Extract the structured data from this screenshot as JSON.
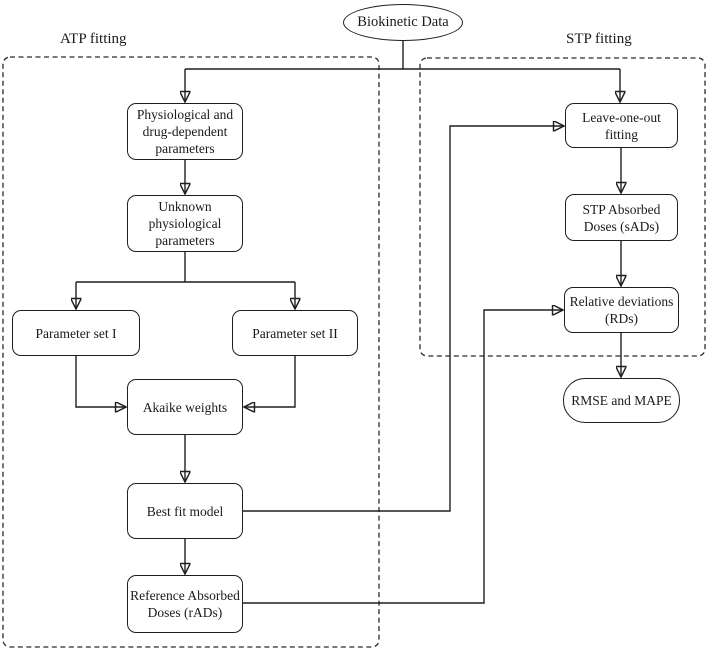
{
  "diagram": {
    "zones": {
      "atp": {
        "label": "ATP fitting"
      },
      "stp": {
        "label": "STP fitting"
      }
    },
    "nodes": {
      "biokinetic": {
        "label": "Biokinetic Data",
        "shape": "ellipse"
      },
      "phys": {
        "label": "Physiological and\ndrug-dependent\nparameters",
        "shape": "rounded-rect"
      },
      "unknown": {
        "label": "Unknown\nphysiological\nparameters",
        "shape": "rounded-rect"
      },
      "set1": {
        "label": "Parameter set I",
        "shape": "rounded-rect"
      },
      "set2": {
        "label": "Parameter set II",
        "shape": "rounded-rect"
      },
      "akaike": {
        "label": "Akaike weights",
        "shape": "rounded-rect"
      },
      "best": {
        "label": "Best fit model",
        "shape": "rounded-rect"
      },
      "rads": {
        "label": "Reference Absorbed\nDoses (rADs)",
        "shape": "rounded-rect"
      },
      "loo": {
        "label": "Leave-one-out\nfitting",
        "shape": "rounded-rect"
      },
      "sads": {
        "label": "STP Absorbed\nDoses (sADs)",
        "shape": "rounded-rect"
      },
      "rds": {
        "label": "Relative deviations\n(RDs)",
        "shape": "rounded-rect"
      },
      "rmse": {
        "label": "RMSE and MAPE",
        "shape": "stadium"
      }
    },
    "edges": [
      {
        "from": "Biokinetic Data",
        "to": "Physiological and drug-dependent parameters"
      },
      {
        "from": "Biokinetic Data",
        "to": "Leave-one-out fitting"
      },
      {
        "from": "Physiological and drug-dependent parameters",
        "to": "Unknown physiological parameters"
      },
      {
        "from": "Unknown physiological parameters",
        "to": "Parameter set I"
      },
      {
        "from": "Unknown physiological parameters",
        "to": "Parameter set II"
      },
      {
        "from": "Parameter set I",
        "to": "Akaike weights"
      },
      {
        "from": "Parameter set II",
        "to": "Akaike weights"
      },
      {
        "from": "Akaike weights",
        "to": "Best fit model"
      },
      {
        "from": "Best fit model",
        "to": "Reference Absorbed Doses (rADs)"
      },
      {
        "from": "Best fit model",
        "to": "Leave-one-out fitting"
      },
      {
        "from": "Reference Absorbed Doses (rADs)",
        "to": "Relative deviations (RDs)"
      },
      {
        "from": "Leave-one-out fitting",
        "to": "STP Absorbed Doses (sADs)"
      },
      {
        "from": "STP Absorbed Doses (sADs)",
        "to": "Relative deviations (RDs)"
      },
      {
        "from": "Relative deviations (RDs)",
        "to": "RMSE and MAPE"
      }
    ],
    "colors": {
      "line": "#1f1f1f",
      "dashed_border": "#2a2a2a",
      "background": "#ffffff",
      "text": "#1a1a1a"
    }
  }
}
